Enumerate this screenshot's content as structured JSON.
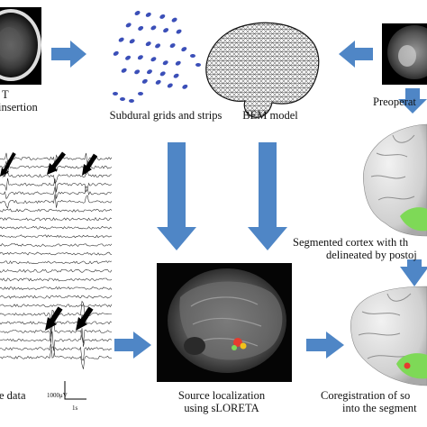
{
  "labels": {
    "ct_line1": "T",
    "ct_line2": "insertion",
    "grids": "Subdural grids and strips",
    "bem": "BEM model",
    "preop": "Preoperat",
    "segmented_line1": "Segmented cortex with th",
    "segmented_line2": "delineated by postoj",
    "eeg_data": "e data",
    "scale_amp": "1000μV",
    "scale_time": "1s",
    "source_line1": "Source localization",
    "source_line2": "using sLORETA",
    "coreg_line1": "Coregistration of so",
    "coreg_line2": "into the segment"
  },
  "colors": {
    "arrow_blue": "#4f86c6",
    "brain_gray": "#d8d8d8",
    "resection_green": "#7ed957",
    "electrode_blue": "#3b4fb8"
  },
  "icons": {
    "flow_arrow": "flow-arrow-icon",
    "spike_marker": "spike-arrow-icon"
  }
}
